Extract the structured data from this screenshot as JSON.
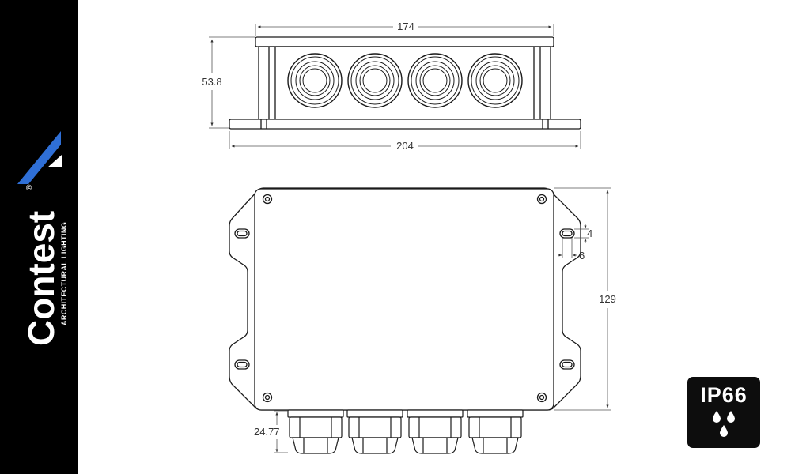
{
  "brand": {
    "name": "Contest",
    "registered": "®",
    "tagline": "ARCHITECTURAL LIGHTING",
    "accent": "#2f6fd6"
  },
  "dimensions": {
    "top_width": "174",
    "base_width": "204",
    "height": "53.8",
    "depth": "129",
    "slot_height": "4",
    "slot_width": "6",
    "gland_length": "24.77"
  },
  "badge": {
    "label": "IP66"
  }
}
